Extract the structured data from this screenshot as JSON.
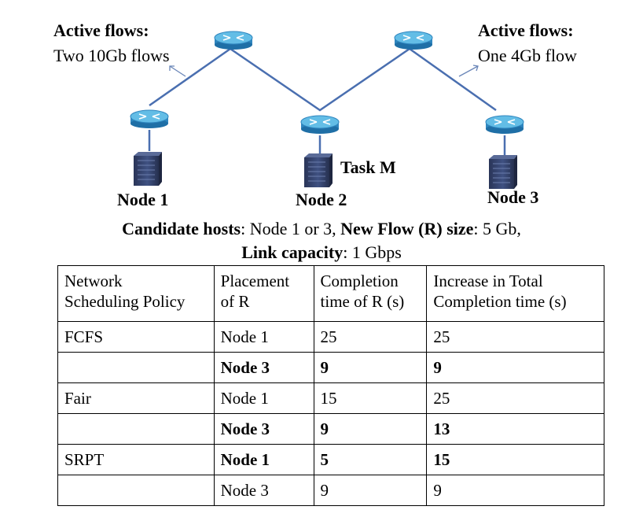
{
  "left_note": {
    "title": "Active flows:",
    "text": "Two 10Gb flows"
  },
  "right_note": {
    "title": "Active flows:",
    "text": "One 4Gb flow"
  },
  "nodes": [
    "Node 1",
    "Node 2",
    "Node 3"
  ],
  "task_label": "Task M",
  "caption": {
    "hosts_label": "Candidate hosts",
    "hosts_value": ": Node 1 or 3, ",
    "flow_label": "New Flow (R) size",
    "flow_value": ": 5 Gb,",
    "link_label": "Link capacity",
    "link_value": ": 1 Gbps"
  },
  "table": {
    "headers": [
      [
        "Network",
        "Scheduling Policy"
      ],
      [
        "Placement",
        "of R"
      ],
      [
        "Completion",
        "time of R (s)"
      ],
      [
        "Increase in Total",
        "Completion time (s)"
      ]
    ],
    "rows": [
      {
        "policy": "FCFS",
        "placement": "Node 1",
        "completion": "25",
        "increase": "25",
        "bold": false
      },
      {
        "policy": "",
        "placement": "Node 3",
        "completion": "9",
        "increase": "9",
        "bold": true
      },
      {
        "policy": "Fair",
        "placement": "Node 1",
        "completion": "15",
        "increase": "25",
        "bold": false
      },
      {
        "policy": "",
        "placement": "Node 3",
        "completion": "9",
        "increase": "13",
        "bold": true
      },
      {
        "policy": "SRPT",
        "placement": "Node 1",
        "completion": "5",
        "increase": "15",
        "bold": true
      },
      {
        "policy": "",
        "placement": "Node 3",
        "completion": "9",
        "increase": "9",
        "bold": false
      }
    ]
  },
  "colors": {
    "link": "#4a6fb0",
    "router_top": "#5ab7e2",
    "router_body": "#2f86bf",
    "server": "#34416a",
    "arrow": "#6a86b8"
  },
  "icons": {
    "router": "router-icon",
    "server": "server-icon",
    "arrow": "arrow-icon"
  }
}
